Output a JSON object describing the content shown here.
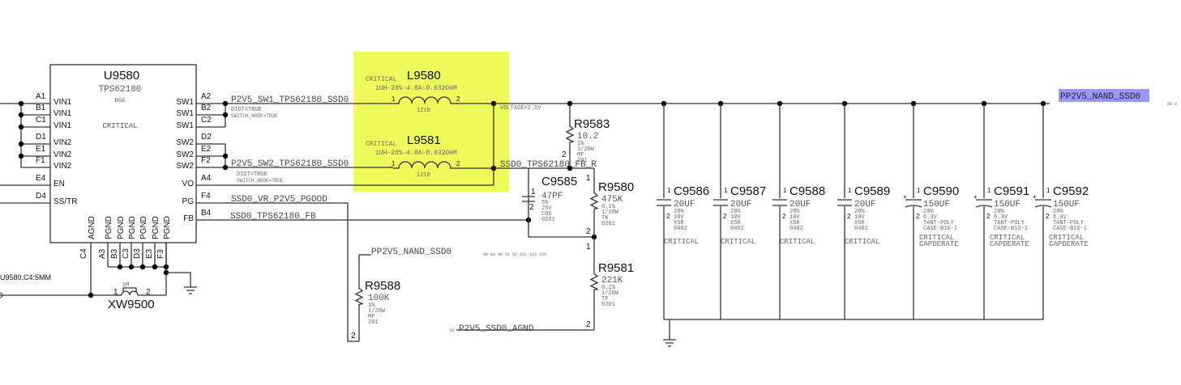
{
  "colors": {
    "highlight": "#eefa5a",
    "net_label_bg": "#9999f5"
  },
  "u9580": {
    "ref": "U9580",
    "part": "TPS62180",
    "pkg": "BGA",
    "attr": "CRITICAL",
    "left_pins": [
      {
        "num": "A1",
        "name": "VIN1"
      },
      {
        "num": "B1",
        "name": "VIN1"
      },
      {
        "num": "C1",
        "name": "VIN1"
      },
      {
        "num": "D1",
        "name": "VIN2"
      },
      {
        "num": "E1",
        "name": "VIN2"
      },
      {
        "num": "F1",
        "name": "VIN2"
      },
      {
        "num": "E4",
        "name": "EN"
      },
      {
        "num": "D4",
        "name": "SS/TR"
      }
    ],
    "right_pins": [
      {
        "num": "A2",
        "name": "SW1"
      },
      {
        "num": "B2",
        "name": "SW1"
      },
      {
        "num": "C2",
        "name": "SW1"
      },
      {
        "num": "D2",
        "name": "SW2"
      },
      {
        "num": "E2",
        "name": "SW2"
      },
      {
        "num": "F2",
        "name": "SW2"
      },
      {
        "num": "A4",
        "name": "VO"
      },
      {
        "num": "F4",
        "name": "PG"
      },
      {
        "num": "B4",
        "name": "FB"
      }
    ],
    "bottom_pins": [
      {
        "num": "C4",
        "name": "AGND"
      },
      {
        "num": "A3",
        "name": "PGND"
      },
      {
        "num": "B3",
        "name": "PGND"
      },
      {
        "num": "C3",
        "name": "PGND"
      },
      {
        "num": "D3",
        "name": "PGND"
      },
      {
        "num": "E3",
        "name": "PGND"
      },
      {
        "num": "F3",
        "name": "PGND"
      }
    ]
  },
  "nets": {
    "sw1": "P2V5_SW1_TPS62180_SSD0",
    "sw2": "P2V5_SW2_TPS62180_SSD0",
    "didt": "DIDT=TRUE",
    "switch_node": "SWITCH_NODE=TRUE",
    "pgood": "SSD0_VR_P2V5_PGOOD",
    "fb": "SSD0_TPS62180_FB",
    "fb_r": "SSD0_TPS62180_FB_R",
    "voltage": "VOLTAGE=2.5V",
    "rail": "PP2V5_NAND_SSD0",
    "rail2": "PP2V5_NAND_SSD0",
    "agnd": "P2V5_SSD0_AGND",
    "u_note": "U9580.C4:5MM",
    "pages": "88  89  90  91  92  121  123  126",
    "page_agnd": "92",
    "page_rail": "88  8"
  },
  "inductors": [
    {
      "attr": "CRITICAL",
      "ref": "L9580",
      "value": "1UH-20%-4.8A-0.032OHM",
      "pkg": "1210",
      "p1": "1",
      "p2": "2"
    },
    {
      "attr": "CRITICAL",
      "ref": "L9581",
      "value": "1UH-20%-4.8A-0.032OHM",
      "pkg": "1210",
      "p1": "1",
      "p2": "2"
    }
  ],
  "resistors": [
    {
      "ref": "R9583",
      "value": "10.2",
      "tol": "1%",
      "pwr": "1/20W",
      "type": "MF",
      "pkg": "201",
      "p2": "2"
    },
    {
      "ref": "R9580",
      "value": "475K",
      "tol": "0.1%",
      "pwr": "1/20W",
      "type": "TK",
      "pkg": "0201",
      "p1": "1",
      "p2": "2"
    },
    {
      "ref": "R9581",
      "value": "221K",
      "tol": "0.1%",
      "pwr": "1/20W",
      "type": "TF",
      "pkg": "0201",
      "p1": "1",
      "p2": "2"
    },
    {
      "ref": "R9588",
      "value": "100K",
      "tol": "1%",
      "pwr": "1/20W",
      "type": "MF",
      "pkg": "201",
      "p2": "2"
    }
  ],
  "c9585": {
    "ref": "C9585",
    "value": "47PF",
    "tol": "5%",
    "volt": "25V",
    "diel": "COG",
    "pkg": "0201",
    "p1": "1",
    "p2": "2"
  },
  "caps": [
    {
      "ref": "C9586",
      "value": "20UF",
      "l1": "20%",
      "l2": "10V",
      "l3": "X5R",
      "l4": "0402",
      "a1": "CRITICAL",
      "a2": ""
    },
    {
      "ref": "C9587",
      "value": "20UF",
      "l1": "20%",
      "l2": "10V",
      "l3": "X5R",
      "l4": "0402",
      "a1": "CRITICAL",
      "a2": ""
    },
    {
      "ref": "C9588",
      "value": "20UF",
      "l1": "20%",
      "l2": "10V",
      "l3": "X5R",
      "l4": "0402",
      "a1": "CRITICAL",
      "a2": ""
    },
    {
      "ref": "C9589",
      "value": "20UF",
      "l1": "20%",
      "l2": "10V",
      "l3": "X5R",
      "l4": "0402",
      "a1": "CRITICAL",
      "a2": ""
    },
    {
      "ref": "C9590",
      "value": "150UF",
      "l1": "20%",
      "l2": "6.3V",
      "l3": "TANT-POLY",
      "l4": "CASE-B1S-1",
      "a1": "CRITICAL",
      "a2": "CAPDERATE"
    },
    {
      "ref": "C9591",
      "value": "150UF",
      "l1": "20%",
      "l2": "6.3V",
      "l3": "TANT-POLY",
      "l4": "CASE-B1S-1",
      "a1": "CRITICAL",
      "a2": "CAPDERATE"
    },
    {
      "ref": "C9592",
      "value": "150UF",
      "l1": "20%",
      "l2": "6.3V",
      "l3": "TANT-POLY",
      "l4": "CASE-B1S-1",
      "a1": "CRITICAL",
      "a2": "CAPDERATE"
    }
  ],
  "xw9500": {
    "ref": "XW9500",
    "type": "SM",
    "p1": "1",
    "p2": "2"
  }
}
